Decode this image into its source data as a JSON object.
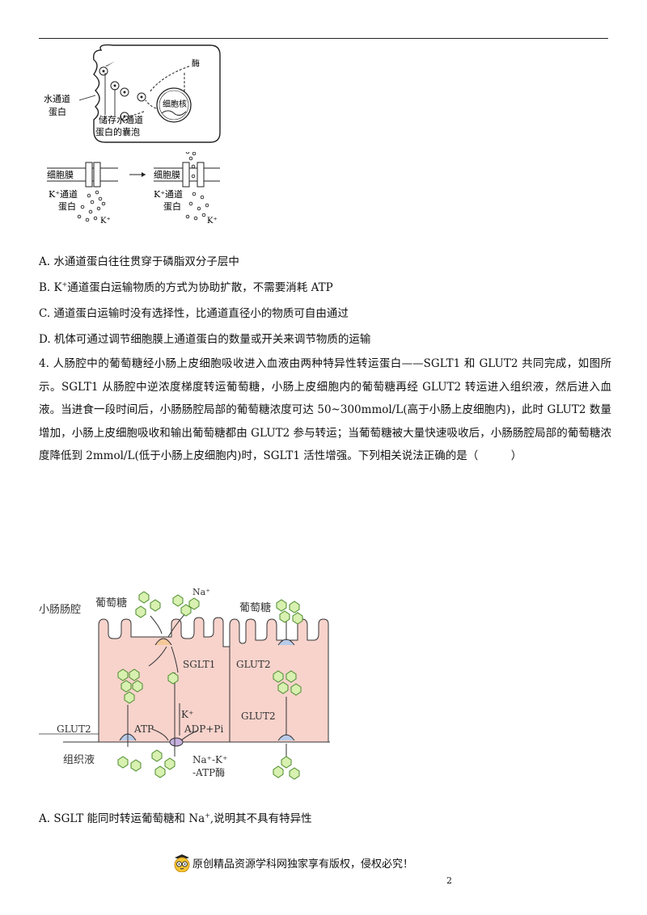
{
  "figure1": {
    "label_enzyme": "酶",
    "label_water_channel_1": "水通道",
    "label_water_channel_2": "蛋白",
    "label_nucleus": "细胞核",
    "label_vesicle_1": "储存水通道",
    "label_vesicle_2": "蛋白的囊泡"
  },
  "figure2": {
    "membrane_left": "细胞膜",
    "channel_left_1": "K⁺通道",
    "channel_left_2": "蛋白",
    "k_left": "K⁺",
    "membrane_right": "细胞膜",
    "channel_right_1": "K⁺通道",
    "channel_right_2": "蛋白",
    "k_right": "K⁺"
  },
  "options_q3": {
    "a": "A. 水通道蛋白往往贯穿于磷脂双分子层中",
    "b_prefix": "B. K",
    "b_sup": "+",
    "b_suffix": "通道蛋白运输物质的方式为协助扩散，不需要消耗 ATP",
    "c": "C. 通道蛋白运输时没有选择性，比通道直径小的物质可自由通过",
    "d": "D. 机体可通过调节细胞膜上通道蛋白的数量或开关来调节物质的运输"
  },
  "question4": {
    "text": "4. 人肠腔中的葡萄糖经小肠上皮细胞吸收进入血液由两种特异性转运蛋白——SGLT1 和 GLUT2 共同完成，如图所示。SGLT1 从肠腔中逆浓度梯度转运葡萄糖，小肠上皮细胞内的葡萄糖再经 GLUT2 转运进入组织液，然后进入血液。当进食一段时间后，小肠肠腔局部的葡萄糖浓度可达 50~300mmol/L(高于小肠上皮细胞内)，此时 GLUT2 数量增加，小肠上皮细胞吸收和输出葡萄糖都由 GLUT2 参与转运；当葡萄糖被大量快速吸收后，小肠肠腔局部的葡萄糖浓度降低到 2mmol/L(低于小肠上皮细胞内)时，SGLT1 活性增强。下列相关说法正确的是（　　　）"
  },
  "figure3": {
    "lumen": "小肠肠腔",
    "glucose_left": "葡萄糖",
    "na": "Na⁺",
    "glucose_right": "葡萄糖",
    "sglt1": "SGLT1",
    "glut2_top": "GLUT2",
    "glut2_right": "GLUT2",
    "glut2_left": "GLUT2",
    "k": "K⁺",
    "atp": "ATP",
    "adp": "ADP+Pi",
    "tissue_fluid": "组织液",
    "pump_1": "Na⁺-K⁺",
    "pump_2": "-ATP酶"
  },
  "options_q4": {
    "a_prefix": "A. SGLT 能同时转运葡萄糖和 Na",
    "a_sup": "+",
    "a_suffix": ",说明其不具有特异性"
  },
  "footer": {
    "text": "原创精品资源学科网独家享有版权，侵权必究！"
  },
  "page_number": "2"
}
